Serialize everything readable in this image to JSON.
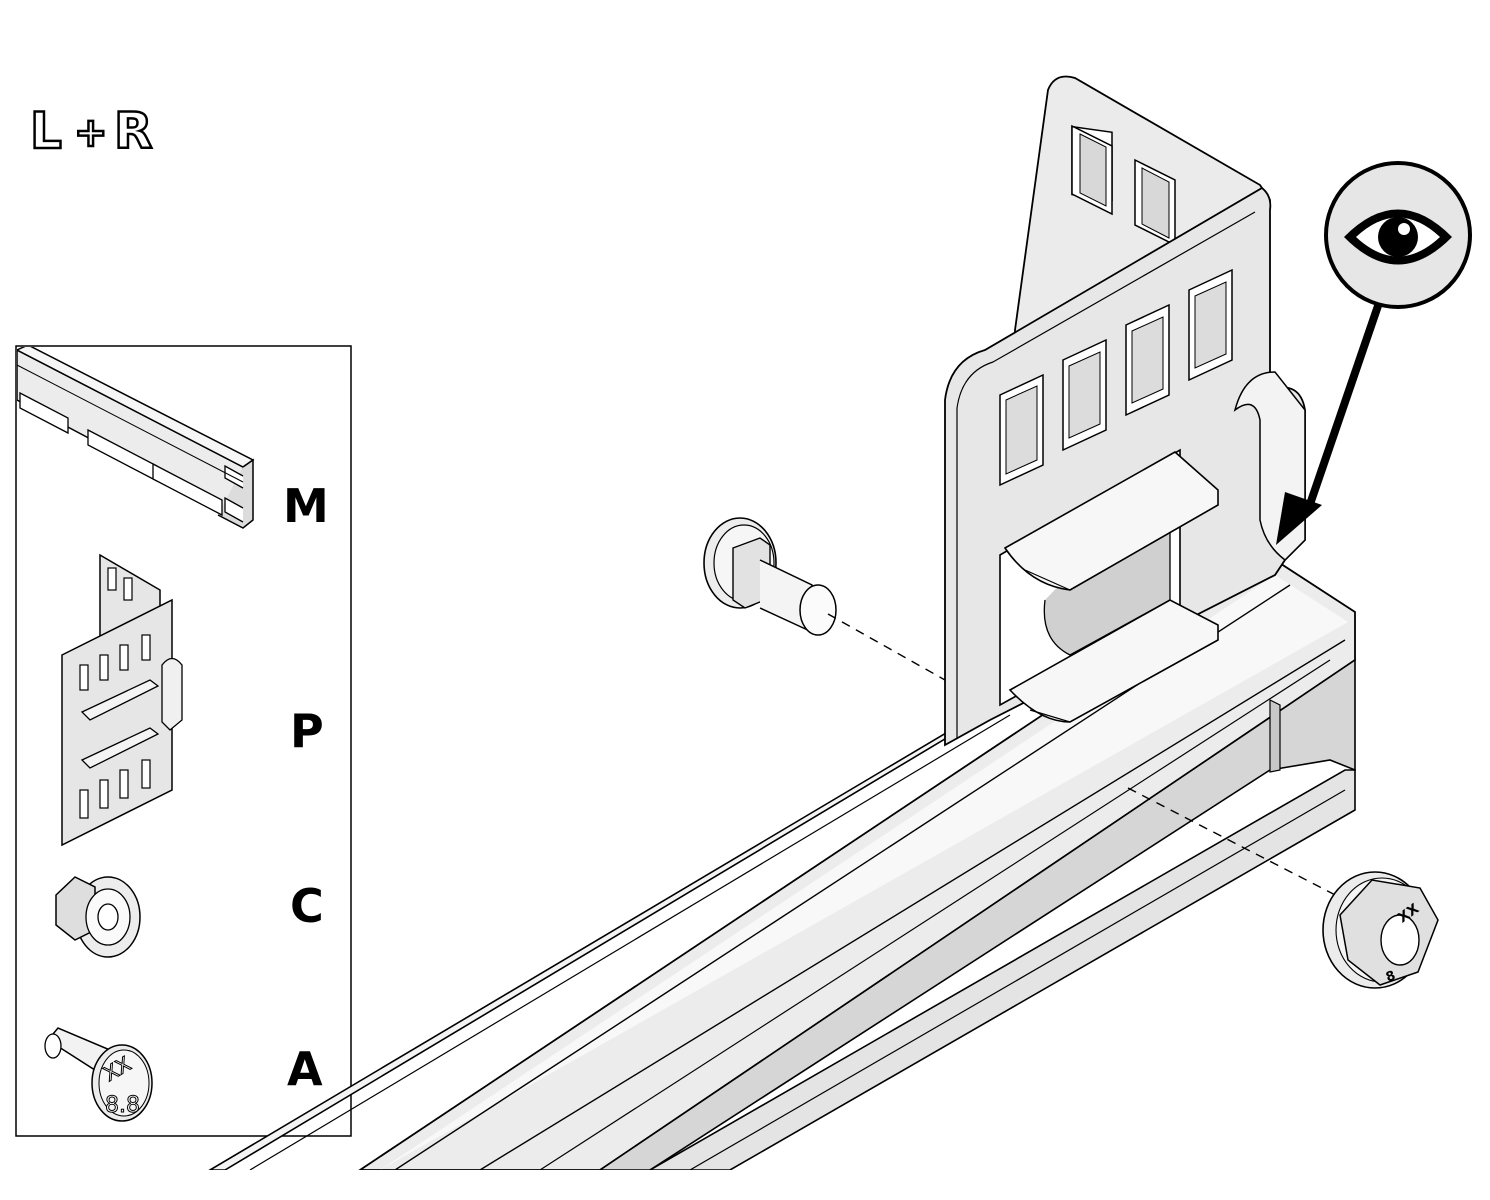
{
  "orientation": {
    "left": "L",
    "plus": "+",
    "right": "R"
  },
  "parts_legend": [
    {
      "code": "M",
      "icon": "rail-profile-icon"
    },
    {
      "code": "P",
      "icon": "bracket-plate-icon"
    },
    {
      "code": "C",
      "icon": "flange-nut-icon"
    },
    {
      "code": "A",
      "icon": "carriage-bolt-icon"
    }
  ],
  "bolt_head_marking": {
    "top": "XX",
    "bottom": "8.8"
  },
  "nut_marking": {
    "top": "XX",
    "bottom": "8"
  },
  "callout": {
    "icon": "eye-icon"
  },
  "colors": {
    "line": "#000000",
    "metal_fill": "#e8e8e8",
    "metal_shade": "#d2d2d2",
    "background": "#ffffff"
  }
}
